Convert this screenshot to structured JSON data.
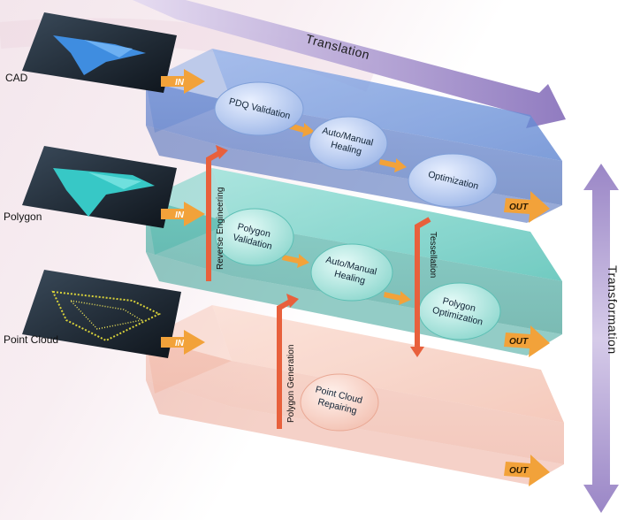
{
  "arrows": {
    "translation": "Translation",
    "transformation": "Transformation"
  },
  "sources": {
    "cad": "CAD",
    "polygon": "Polygon",
    "point_cloud": "Point Cloud"
  },
  "ports": {
    "in": "IN",
    "out": "OUT"
  },
  "layer_cad": {
    "step1": [
      "PDQ Validation"
    ],
    "step2": [
      "Auto/Manual",
      "Healing"
    ],
    "step3": [
      "Optimization"
    ]
  },
  "layer_polygon": {
    "step1": [
      "Polygon",
      "Validation"
    ],
    "step2": [
      "Auto/Manual",
      "Healing"
    ],
    "step3": [
      "Polygon",
      "Optimization"
    ]
  },
  "layer_pointcloud": {
    "step1": [
      "Point Cloud",
      "Repairing"
    ]
  },
  "connectors": {
    "reverse_engineering": "Reverse Engineering",
    "tessellation": "Tessellation",
    "polygon_generation": "Polygon Generation"
  },
  "colors": {
    "cad_layer": "#6f93d6",
    "polygon_layer": "#4fbfb5",
    "pointcloud_layer": "#f2b7a4",
    "connector": "#e8603c",
    "port": "#f2a23a",
    "big_arrow": "#9b86c4"
  }
}
